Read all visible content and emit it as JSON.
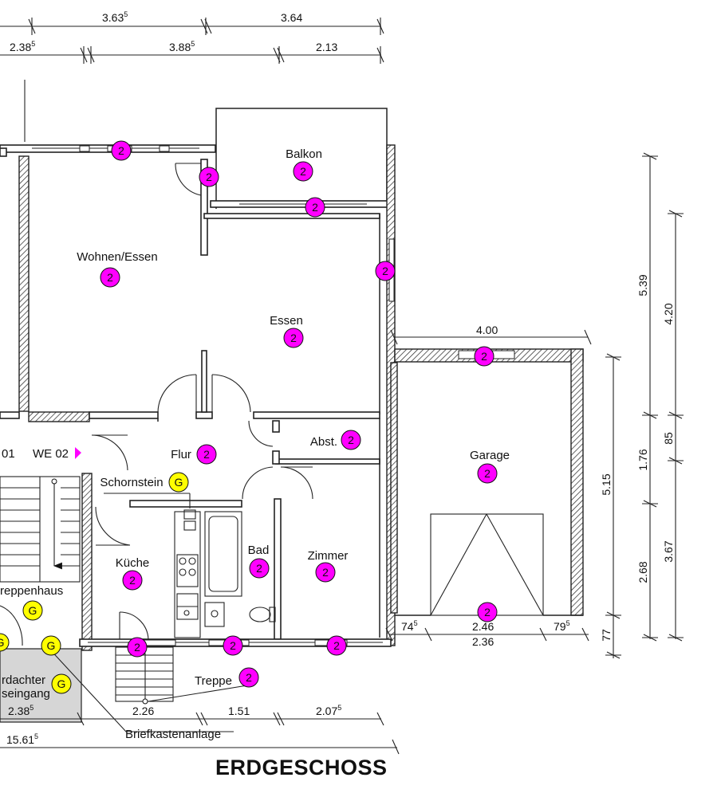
{
  "title": "ERDGESCHOSS",
  "rooms": {
    "balkon": "Balkon",
    "wohnen": "Wohnen/Essen",
    "essen": "Essen",
    "garage": "Garage",
    "abst": "Abst.",
    "flur": "Flur",
    "schornstein": "Schornstein",
    "we01": "01",
    "we02": "WE 02",
    "bad": "Bad",
    "zimmer": "Zimmer",
    "kueche": "Küche",
    "treppenhaus": "reppenhaus",
    "treppe": "Treppe",
    "ueberdacht_1": "rdachter",
    "ueberdacht_2": "seingang",
    "briefkasten": "Briefkastenanlage"
  },
  "markers": {
    "two": "2",
    "g": "G"
  },
  "dims": {
    "top1_a": {
      "main": "3.63",
      "sup": "5"
    },
    "top1_b": {
      "main": "3.64",
      "sup": ""
    },
    "top2_a": {
      "main": "2.38",
      "sup": "5"
    },
    "top2_b": {
      "main": "3.88",
      "sup": "5"
    },
    "top2_c": {
      "main": "2.13",
      "sup": ""
    },
    "garage_w": {
      "main": "4.00",
      "sup": ""
    },
    "v_539": "5.39",
    "v_420": "4.20",
    "v_85": "85",
    "v_176": "1.76",
    "v_515": "5.15",
    "v_268": "2.68",
    "v_367": "3.67",
    "v_77": "77",
    "g_74": {
      "main": "74",
      "sup": "5"
    },
    "g_246": {
      "main": "2.46",
      "sup": ""
    },
    "g_79": {
      "main": "79",
      "sup": "5"
    },
    "g_236": {
      "main": "2.36",
      "sup": ""
    },
    "b_238": {
      "main": "2.38",
      "sup": "5"
    },
    "b_226": {
      "main": "2.26",
      "sup": ""
    },
    "b_151": {
      "main": "1.51",
      "sup": ""
    },
    "b_207": {
      "main": "2.07",
      "sup": "5"
    },
    "total": {
      "main": "15.61",
      "sup": "5"
    }
  },
  "colors": {
    "marker_room": "#ff00ff",
    "marker_g": "#ffff00",
    "wall_hatch": "#222222",
    "covered_area": "#d6d6d6"
  }
}
